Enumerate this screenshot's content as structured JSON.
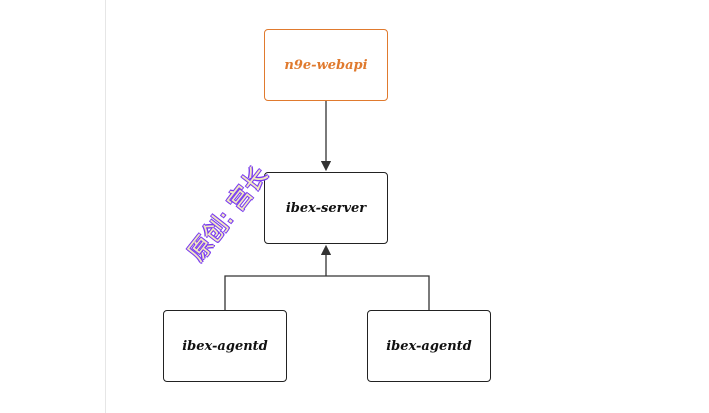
{
  "colors": {
    "accent_node": "#e07a2e",
    "node_border": "#222222",
    "edge": "#333333",
    "watermark_fill": "#f2e8c0",
    "watermark_outline": "#7a3cf0"
  },
  "nodes": {
    "webapi": "n9e-webapi",
    "server": "ibex-server",
    "agentd_left": "ibex-agentd",
    "agentd_right": "ibex-agentd"
  },
  "watermark": {
    "text": "原创: 宫长"
  }
}
